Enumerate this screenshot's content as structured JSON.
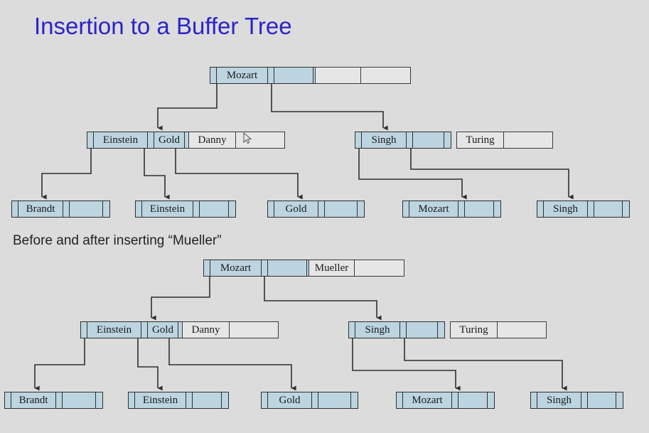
{
  "slide": {
    "title": "Insertion to a Buffer Tree",
    "caption": "Before and after inserting “Mueller”",
    "title_color": "#2a24c8",
    "background_color": "#dcdcdc",
    "node_fill_color": "#bcd5e0",
    "node_border_color": "#2f2f2f",
    "buffer_fill_color": "#e6e6e6"
  },
  "tree_before": {
    "root": {
      "keys": [
        "Mozart",
        ""
      ]
    },
    "root_buffer": {
      "slots": [
        "",
        ""
      ]
    },
    "internal_left": {
      "keys": [
        "Einstein",
        "Gold"
      ]
    },
    "internal_left_buffer": {
      "slots": [
        "Danny",
        ""
      ]
    },
    "internal_right": {
      "keys": [
        "Singh",
        ""
      ]
    },
    "internal_right_buffer": {
      "slots": [
        "Turing",
        ""
      ]
    },
    "leaves": [
      {
        "key": "Brandt"
      },
      {
        "key": "Einstein"
      },
      {
        "key": "Gold"
      },
      {
        "key": "Mozart"
      },
      {
        "key": "Singh"
      }
    ]
  },
  "tree_after": {
    "root": {
      "keys": [
        "Mozart",
        ""
      ]
    },
    "root_buffer": {
      "slots": [
        "Mueller",
        ""
      ]
    },
    "internal_left": {
      "keys": [
        "Einstein",
        "Gold"
      ]
    },
    "internal_left_buffer": {
      "slots": [
        "Danny",
        ""
      ]
    },
    "internal_right": {
      "keys": [
        "Singh",
        ""
      ]
    },
    "internal_right_buffer": {
      "slots": [
        "Turing",
        ""
      ]
    },
    "leaves": [
      {
        "key": "Brandt"
      },
      {
        "key": "Einstein"
      },
      {
        "key": "Gold"
      },
      {
        "key": "Mozart"
      },
      {
        "key": "Singh"
      }
    ]
  },
  "cursor": {
    "icon": "mouse-pointer-icon"
  }
}
